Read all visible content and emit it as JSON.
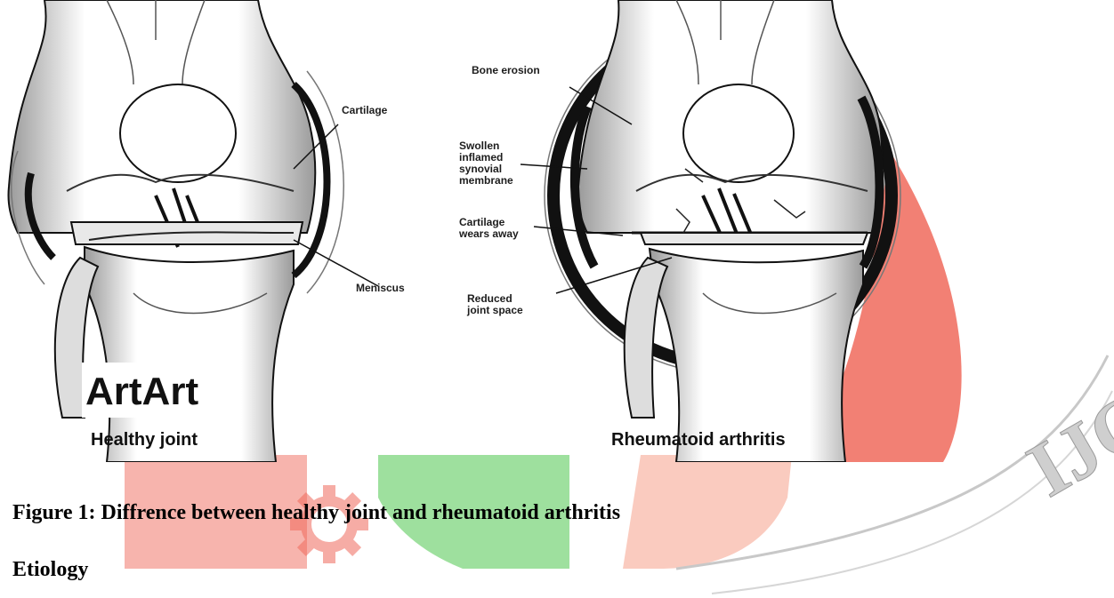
{
  "watermark": {
    "text": "IJCRT",
    "colors": {
      "red": "#f06a5c",
      "orange": "#f5a08a",
      "green": "#5ecb5e",
      "grey": "#c8c8c8"
    },
    "icon": "gear-icon"
  },
  "figure": {
    "left_panel": {
      "caption": "Healthy joint",
      "labels": {
        "cartilage": "Cartilage",
        "meniscus": "Meniscus"
      },
      "stamp_text": "ArtArt"
    },
    "right_panel": {
      "caption": "Rheumatoid arthritis",
      "labels": {
        "bone_erosion": "Bone erosion",
        "synovial_membrane": "Swollen\ninflamed\nsynovial\nmembrane",
        "cartilage_wears_away": "Cartilage\nwears away",
        "reduced_joint_space": "Reduced\njoint space"
      }
    }
  },
  "caption": "Figure 1: Diffrence between healthy joint and rheumatoid arthritis",
  "section_heading": "Etiology"
}
